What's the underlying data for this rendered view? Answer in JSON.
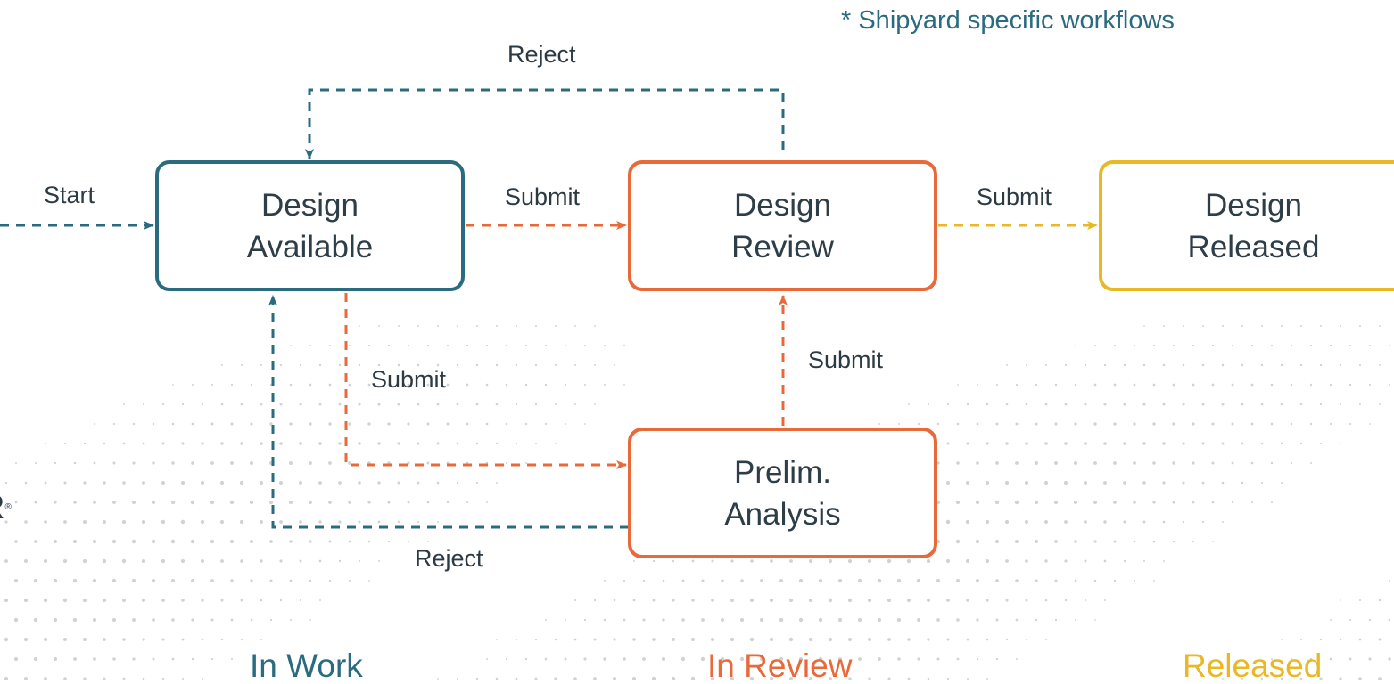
{
  "colors": {
    "in_work": "#2b6b80",
    "in_review": "#e8693a",
    "released": "#e9b825",
    "text": "#2e3e48",
    "footnote": "#2b6b80",
    "dots": "#cfd3d6"
  },
  "footnote": "* Shipyard specific workflows",
  "logo_fragment": "R",
  "nodes": {
    "design_available": {
      "line1": "Design",
      "line2": "Available"
    },
    "design_review": {
      "line1": "Design",
      "line2": "Review"
    },
    "design_released": {
      "line1": "Design",
      "line2": "Released"
    },
    "prelim_analysis": {
      "line1": "Prelim.",
      "line2": "Analysis"
    }
  },
  "edges": {
    "start": "Start",
    "submit_available_to_review": "Submit",
    "submit_review_to_released": "Submit",
    "submit_available_to_prelim": "Submit",
    "submit_prelim_to_review": "Submit",
    "reject_review_to_available": "Reject",
    "reject_prelim_to_available": "Reject"
  },
  "lanes": {
    "in_work": "In Work",
    "in_review": "In Review",
    "released": "Released"
  }
}
